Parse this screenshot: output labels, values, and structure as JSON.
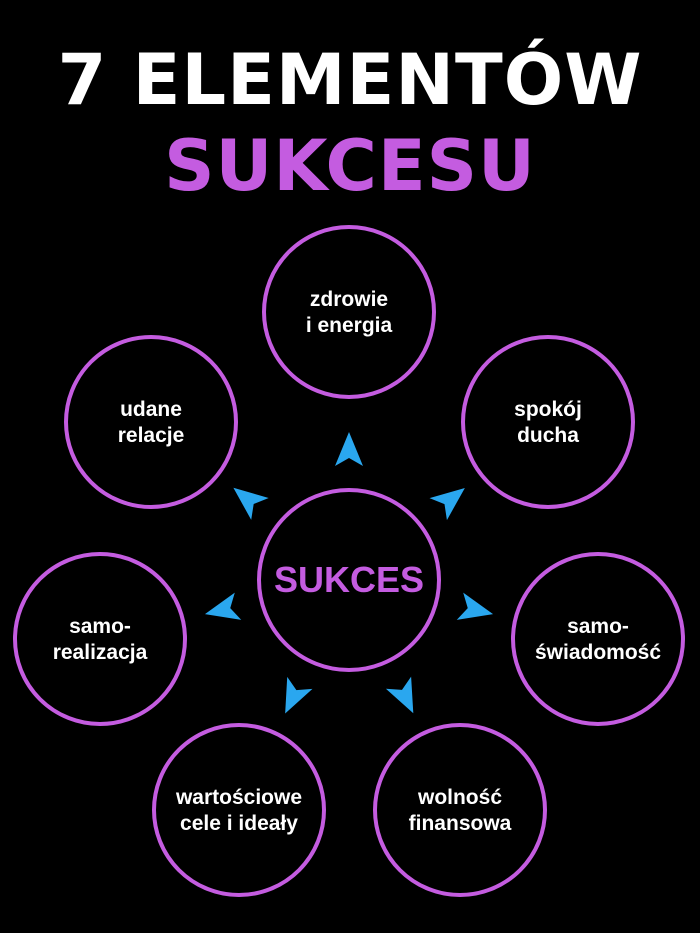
{
  "title": {
    "line1": "7 ELEMENTÓW",
    "line2": "SUKCESU"
  },
  "colors": {
    "background": "#000000",
    "title": "#ffffff",
    "accent": "#c45ce0",
    "arrow": "#2aa7ef",
    "text": "#ffffff"
  },
  "center": {
    "label": "SUKCES"
  },
  "nodes": [
    {
      "id": "zdrowie",
      "lines": [
        "zdrowie",
        "i energia"
      ]
    },
    {
      "id": "spokoj",
      "lines": [
        "spokój",
        "ducha"
      ]
    },
    {
      "id": "samoswiad",
      "lines": [
        "samo-",
        "świadomość"
      ]
    },
    {
      "id": "wolnosc",
      "lines": [
        "wolność",
        "finansowa"
      ]
    },
    {
      "id": "wartosci",
      "lines": [
        "wartościowe",
        "cele i ideały"
      ]
    },
    {
      "id": "samoreal",
      "lines": [
        "samo-",
        "realizacja"
      ]
    },
    {
      "id": "relacje",
      "lines": [
        "udane",
        "relacje"
      ]
    }
  ]
}
